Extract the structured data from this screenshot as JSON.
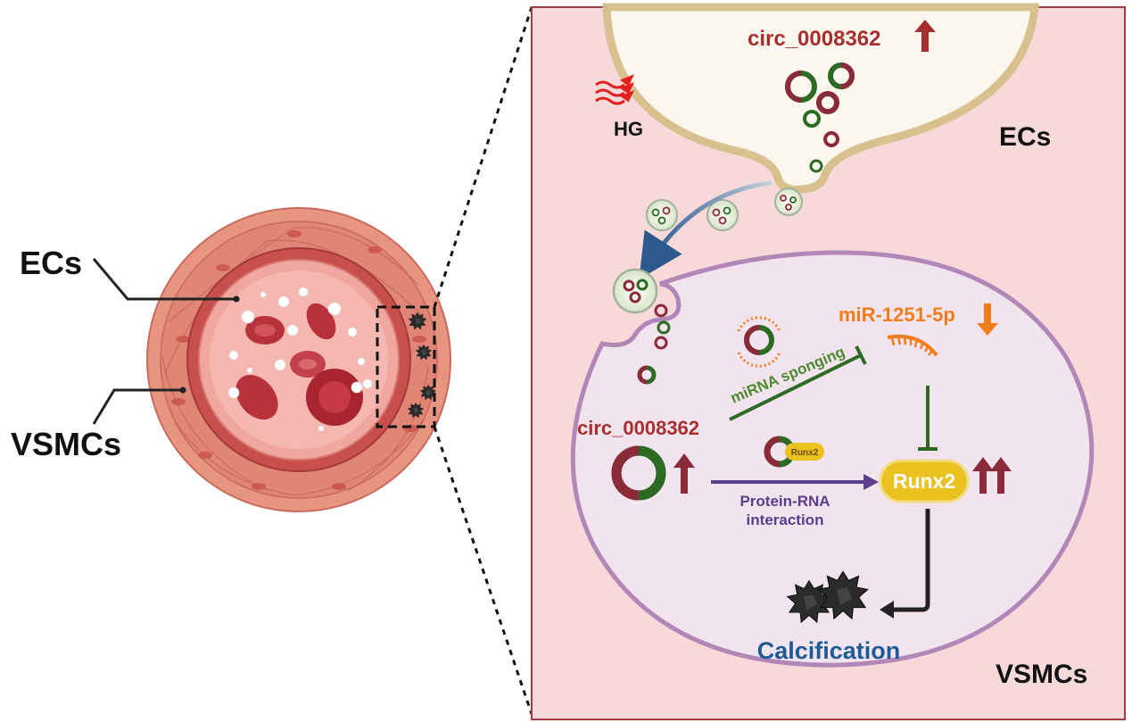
{
  "left_labels": {
    "ecs": "ECs",
    "vsmcs": "VSMCs"
  },
  "panel": {
    "hg_label": "HG",
    "ecs_label": "ECs",
    "vsmcs_label": "VSMCs",
    "circ_top": "circ_0008362",
    "circ_mid": "circ_0008362",
    "mirna": "miR-1251-5p",
    "sponging": "miRNA sponging",
    "runx2": "Runx2",
    "runx2_tag": "Runx2",
    "interaction_line1": "Protein-RNA",
    "interaction_line2": "interaction",
    "calcification": "Calcification"
  },
  "colors": {
    "circ_red": "#a5302f",
    "circ_green": "#2d6b24",
    "mirna_orange": "#f07d1c",
    "sponge_green": "#4e8a2f",
    "interaction_purple": "#5b3e8c",
    "runx2_yellow": "#e9c21f",
    "calcification_blue": "#1e5b94",
    "panel_bg": "#f7d9da"
  },
  "icons": [
    "heat-wave-icon",
    "up-arrow-icon",
    "down-arrow-icon",
    "calcium-crystal-icon",
    "exosome-icon"
  ]
}
